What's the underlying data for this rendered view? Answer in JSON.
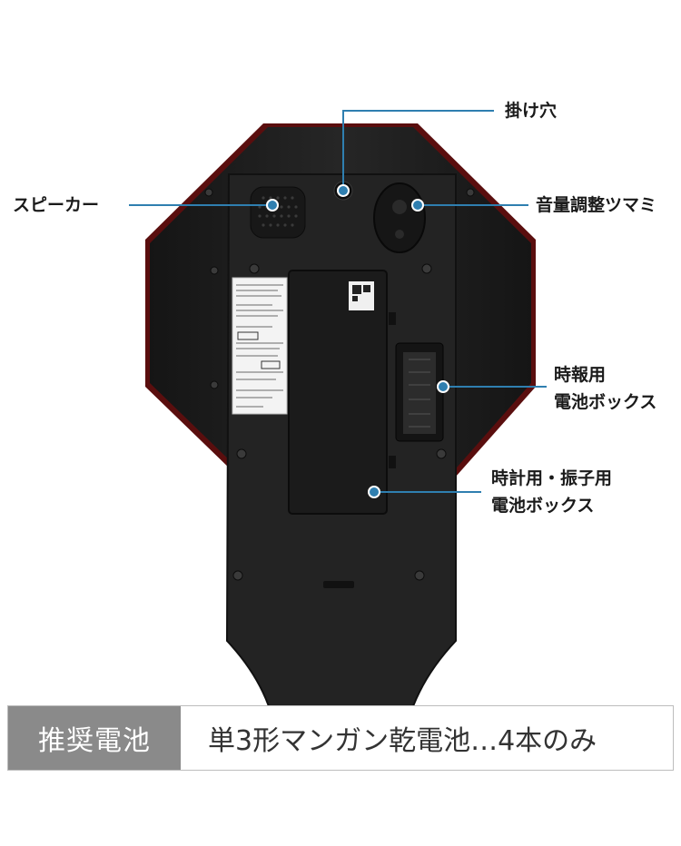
{
  "callouts": {
    "hook": "掛け穴",
    "speaker": "スピーカー",
    "volume": "音量調整ツマミ",
    "chime_line1": "時報用",
    "chime_line2": "電池ボックス",
    "clock_line1": "時計用・振子用",
    "clock_line2": "電池ボックス"
  },
  "footer": {
    "tag": "推奨電池",
    "text": "単3形マンガン乾電池…4本のみ"
  },
  "colors": {
    "body": "#1c1c1c",
    "rim": "#6b1010",
    "leader": "#2f7fb0",
    "tag_bg": "#8a8a8a"
  }
}
